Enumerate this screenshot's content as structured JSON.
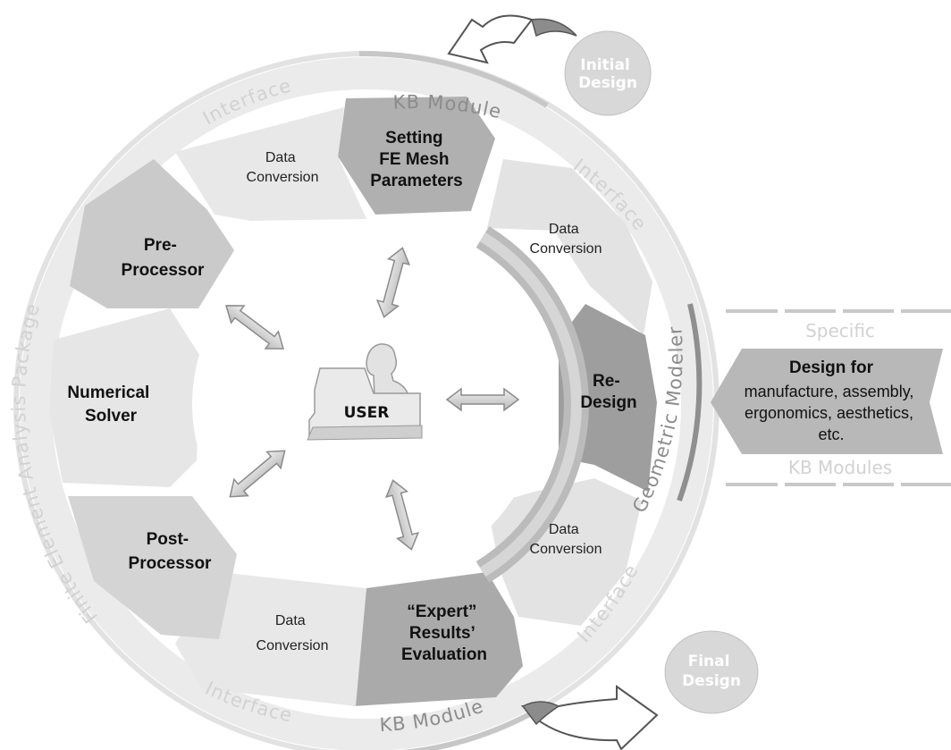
{
  "ring": {
    "kb_module_top": "KB Module",
    "kb_module_bottom": "KB Module",
    "interface_top_left": "Interface",
    "interface_right_top": "Interface",
    "interface_right_bottom": "Interface",
    "interface_bottom_left": "Interface",
    "geometric_modeler": "Geometric Modeler",
    "fe_package": "Finite Element Analysis Package"
  },
  "segments": {
    "setting_mesh": [
      "Setting",
      "FE Mesh",
      "Parameters"
    ],
    "conversion_top": [
      "Data",
      "Conversion"
    ],
    "conversion_right": [
      "Data",
      "Conversion"
    ],
    "redesign": [
      "Re-",
      "Design"
    ],
    "conversion_lower_right": [
      "Data",
      "Conversion"
    ],
    "expert": [
      "“Expert”",
      "Results’",
      "Evaluation"
    ],
    "conversion_bottom": [
      "Data",
      "Conversion"
    ],
    "post_processor": [
      "Post-",
      "Processor"
    ],
    "numerical_solver": [
      "Numerical",
      "Solver"
    ],
    "pre_processor": [
      "Pre-",
      "Processor"
    ]
  },
  "center": {
    "user": "USER"
  },
  "initial_design": [
    "Initial",
    "Design"
  ],
  "final_design": [
    "Final",
    "Design"
  ],
  "side_panel": {
    "top": "Specific",
    "bottom": "KB Modules",
    "heading": "Design for",
    "lines": [
      "manufacture, assembly,",
      "ergonomics, aesthetics,",
      "etc."
    ]
  }
}
